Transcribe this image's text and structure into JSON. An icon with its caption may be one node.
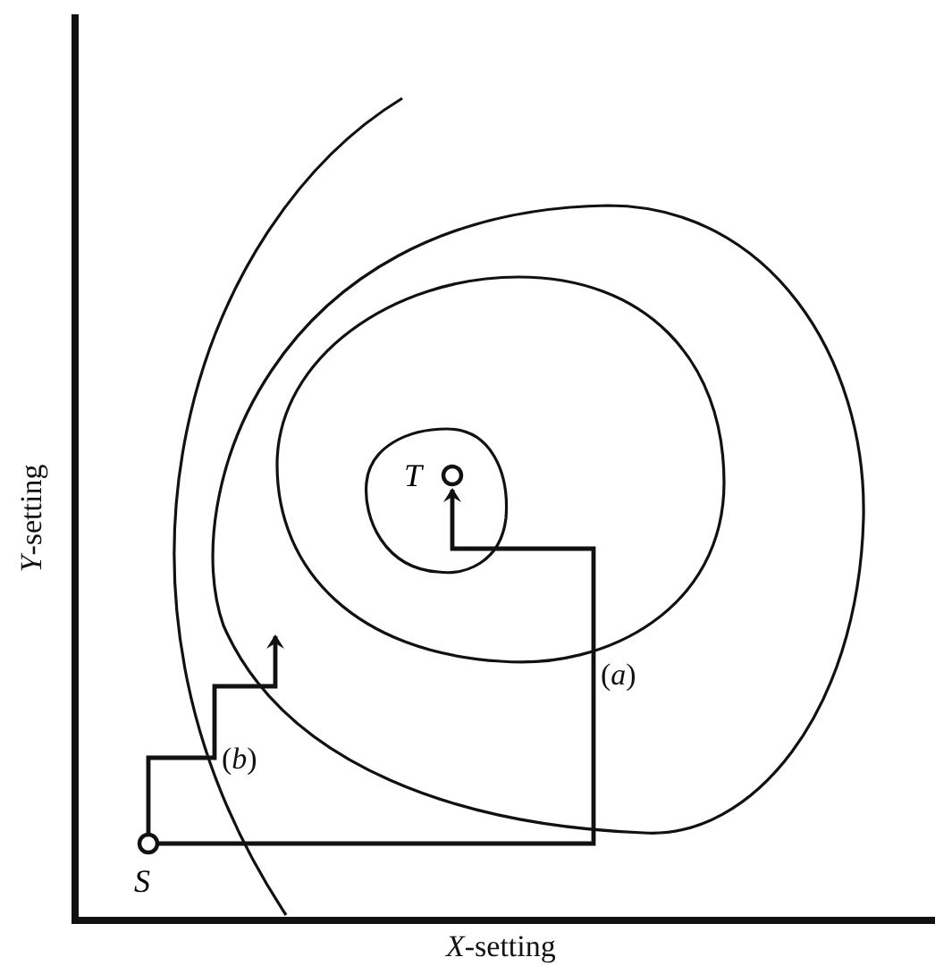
{
  "diagram": {
    "nodes": [
      {
        "text": [
          "S"
        ]
      },
      {
        "text": [
          "T"
        ]
      }
    ],
    "edges": [
      {
        "from": 0,
        "to": 1,
        "arrow": "to",
        "label": "(*a*)"
      },
      {
        "from": 0,
        "to": null,
        "arrow": "to",
        "label": "(*b*)"
      }
    ],
    "labels": [
      "*Y*-setting",
      "*X*-setting"
    ]
  }
}
